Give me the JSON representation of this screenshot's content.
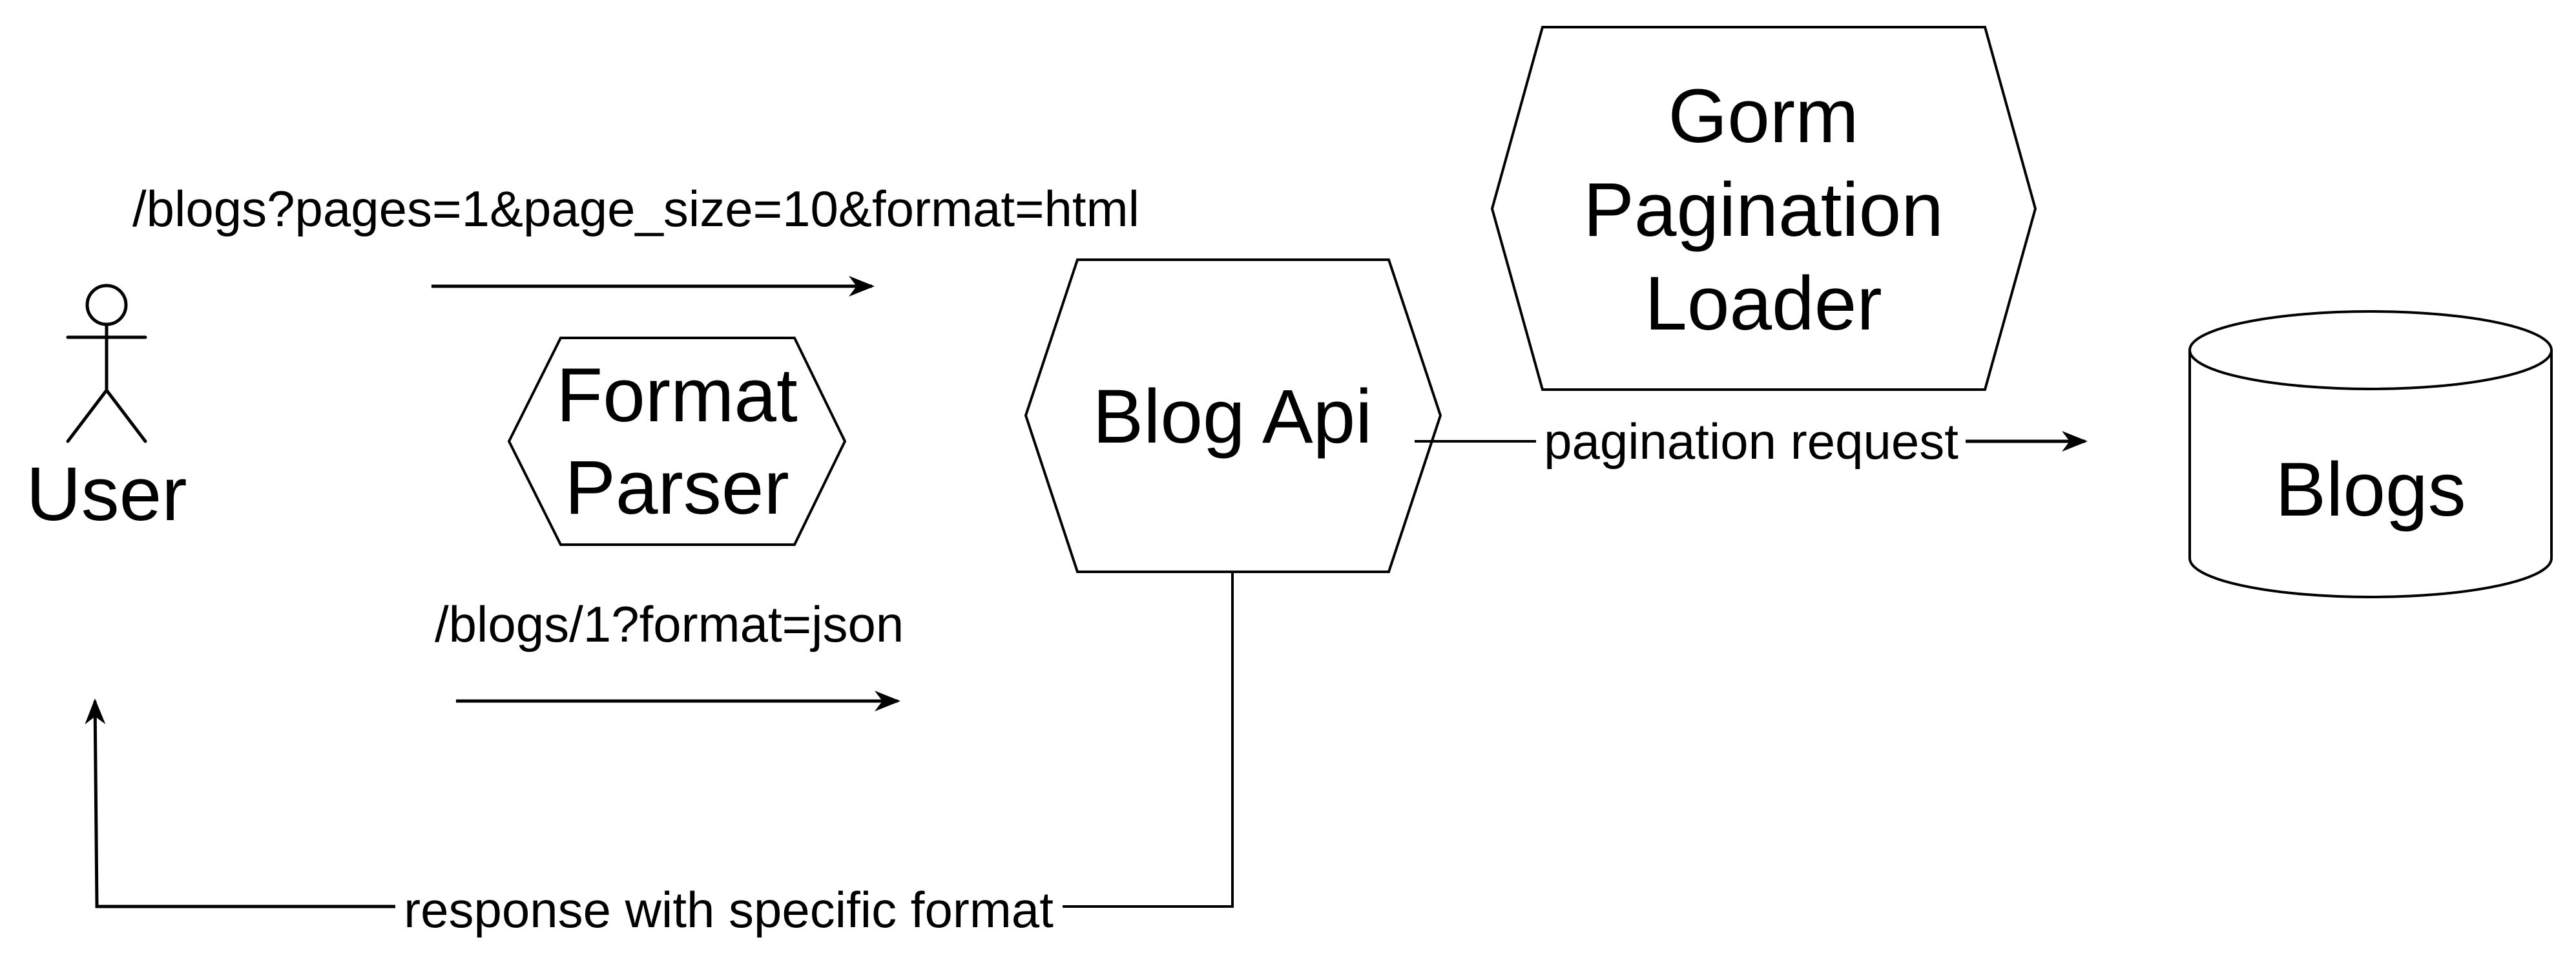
{
  "nodes": {
    "user": {
      "label": "User"
    },
    "format_parser": {
      "line1": "Format",
      "line2": "Parser"
    },
    "blog_api": {
      "label": "Blog Api"
    },
    "gorm_loader": {
      "line1": "Gorm",
      "line2": "Pagination",
      "line3": "Loader"
    },
    "blogs_db": {
      "label": "Blogs"
    }
  },
  "edges": {
    "list_request": {
      "label": "/blogs?pages=1&page_size=10&format=html"
    },
    "single_request": {
      "label": "/blogs/1?format=json"
    },
    "pagination_request": {
      "label": "pagination request"
    },
    "response": {
      "label": "response with specific format"
    }
  },
  "colors": {
    "stroke": "#000000",
    "background": "#ffffff"
  }
}
